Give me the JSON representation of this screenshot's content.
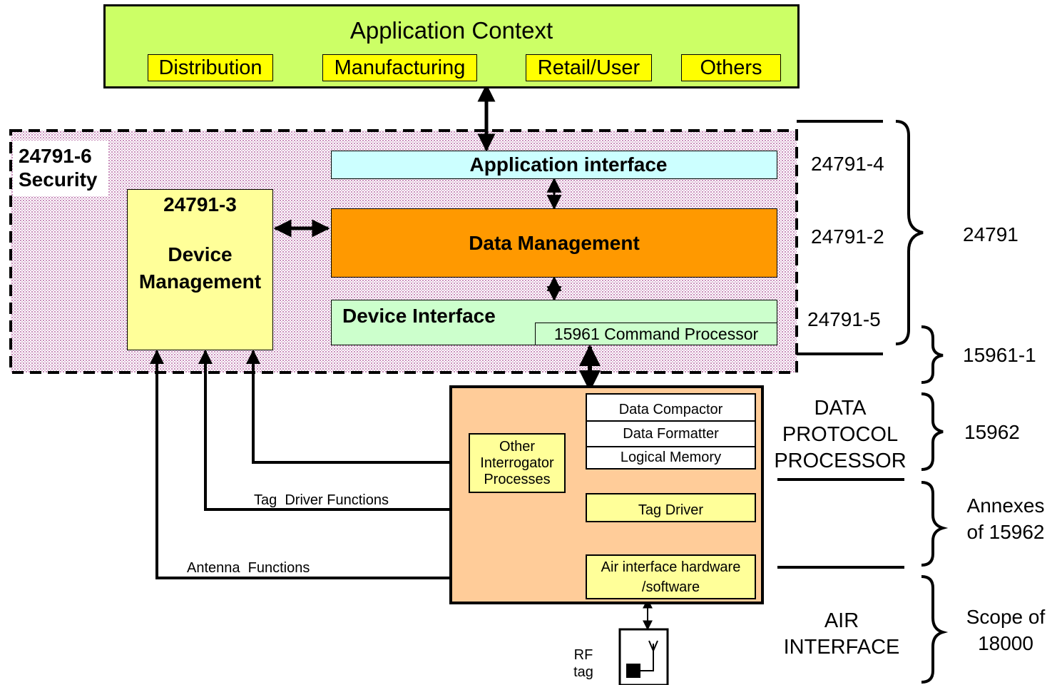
{
  "application_context": {
    "title": "Application Context",
    "domains": [
      "Distribution",
      "Manufacturing",
      "Retail/User",
      "Others"
    ]
  },
  "security": {
    "line1": "24791-6",
    "line2": "Security"
  },
  "device_management": {
    "line1": "24791-3",
    "line2": "Device",
    "line3": "Management"
  },
  "application_interface": "Application interface",
  "data_management": "Data Management",
  "device_interface": "Device Interface",
  "command_processor": "15961 Command Processor",
  "parts": {
    "p4": "24791-4",
    "p2": "24791-2",
    "p5": "24791-5"
  },
  "standards": {
    "s24791": "24791",
    "s15961": "15961-1",
    "s15962": "15962",
    "annexes_1": "Annexes",
    "annexes_2": "of 15962",
    "scope_1": "Scope of",
    "scope_2": "18000"
  },
  "dpp_label": {
    "line1": "DATA",
    "line2": "PROTOCOL",
    "line3": "PROCESSOR"
  },
  "air_label": {
    "line1": "AIR",
    "line2": "INTERFACE"
  },
  "processor": {
    "data_compactor": "Data Compactor",
    "data_formatter": "Data Formatter",
    "logical_memory": "Logical Memory",
    "other_1": "Other",
    "other_2": "Interrogator",
    "other_3": "Processes",
    "tag_driver": "Tag Driver",
    "air_hw_1": "Air interface hardware",
    "air_hw_2": "/software"
  },
  "flows": {
    "tag_driver_functions": "Tag  Driver Functions",
    "antenna_functions": "Antenna  Functions"
  },
  "rf_tag": {
    "line1": "RF",
    "line2": "tag"
  },
  "colors": {
    "app_context_bg": "#ccff66",
    "label_yellow": "#ffff00",
    "app_interface_bg": "#ccffff",
    "data_mgmt_bg": "#ff9900",
    "device_interface_bg": "#ccffcc",
    "device_mgmt_bg": "#ffff99",
    "processor_bg": "#ffcc99",
    "security_dots": "#d3a6c8"
  }
}
